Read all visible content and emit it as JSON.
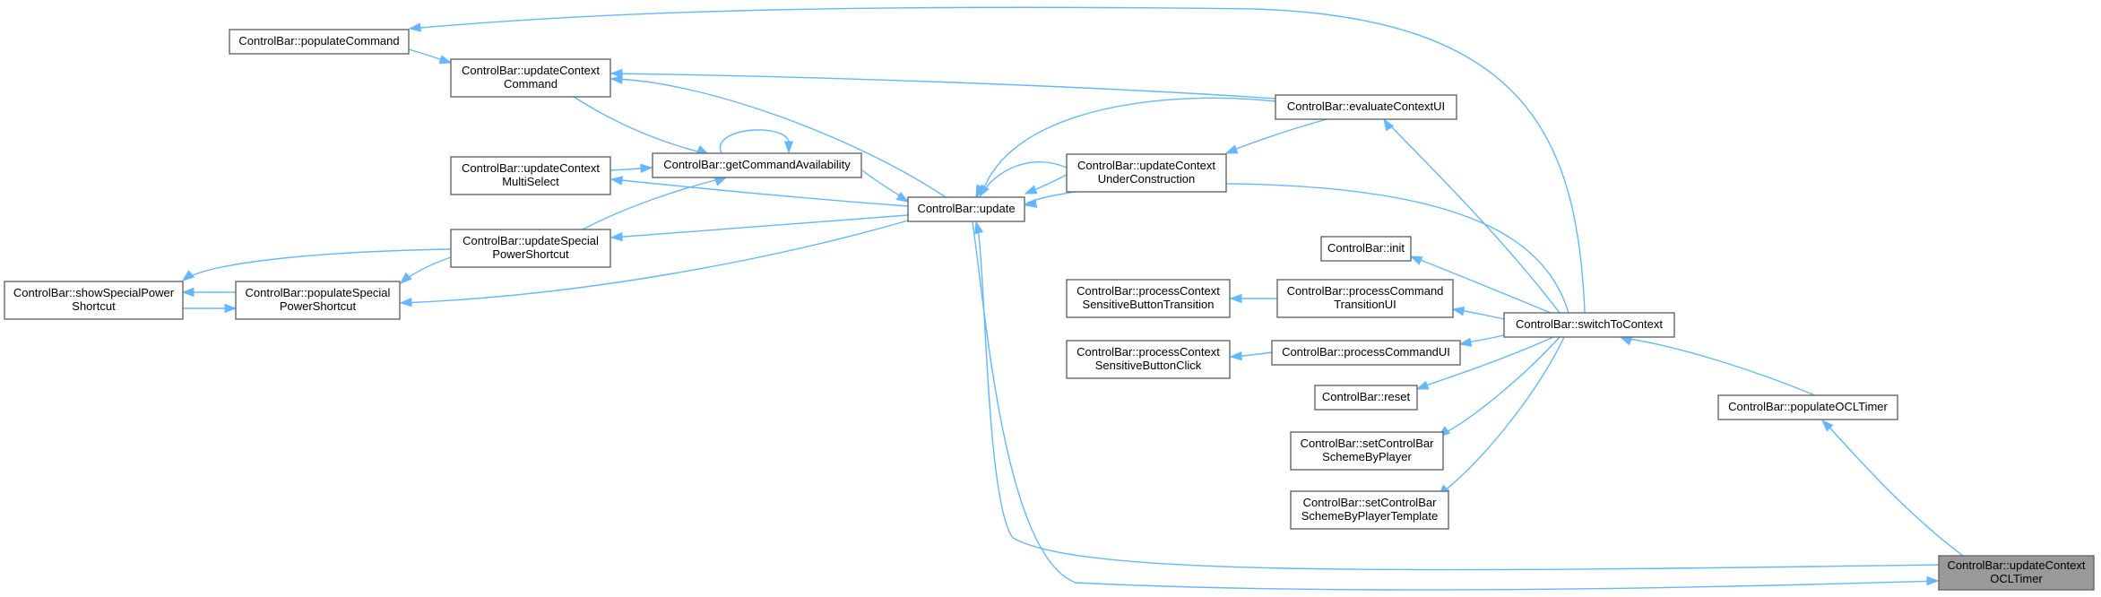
{
  "graph": {
    "nodes": [
      {
        "id": "updateContextOCLTimer",
        "lines": [
          "ControlBar::updateContext",
          "OCLTimer"
        ],
        "focus": true
      },
      {
        "id": "populateOCLTimer",
        "lines": [
          "ControlBar::populateOCLTimer"
        ]
      },
      {
        "id": "switchToContext",
        "lines": [
          "ControlBar::switchToContext"
        ]
      },
      {
        "id": "evaluateContextUI",
        "lines": [
          "ControlBar::evaluateContextUI"
        ]
      },
      {
        "id": "init",
        "lines": [
          "ControlBar::init"
        ]
      },
      {
        "id": "processCommandTransitionUI",
        "lines": [
          "ControlBar::processCommand",
          "TransitionUI"
        ]
      },
      {
        "id": "processCommandUI",
        "lines": [
          "ControlBar::processCommandUI"
        ]
      },
      {
        "id": "reset",
        "lines": [
          "ControlBar::reset"
        ]
      },
      {
        "id": "setControlBarSchemeByPlayer",
        "lines": [
          "ControlBar::setControlBar",
          "SchemeByPlayer"
        ]
      },
      {
        "id": "setControlBarSchemeByPlayerTemplate",
        "lines": [
          "ControlBar::setControlBar",
          "SchemeByPlayerTemplate"
        ]
      },
      {
        "id": "processContextSensitiveButtonTransition",
        "lines": [
          "ControlBar::processContext",
          "SensitiveButtonTransition"
        ]
      },
      {
        "id": "processContextSensitiveButtonClick",
        "lines": [
          "ControlBar::processContext",
          "SensitiveButtonClick"
        ]
      },
      {
        "id": "updateContextUnderConstruction",
        "lines": [
          "ControlBar::updateContext",
          "UnderConstruction"
        ]
      },
      {
        "id": "update",
        "lines": [
          "ControlBar::update"
        ]
      },
      {
        "id": "getCommandAvailability",
        "lines": [
          "ControlBar::getCommandAvailability"
        ]
      },
      {
        "id": "updateContextCommand",
        "lines": [
          "ControlBar::updateContext",
          "Command"
        ]
      },
      {
        "id": "populateCommand",
        "lines": [
          "ControlBar::populateCommand"
        ]
      },
      {
        "id": "updateContextMultiSelect",
        "lines": [
          "ControlBar::updateContext",
          "MultiSelect"
        ]
      },
      {
        "id": "updateSpecialPowerShortcut",
        "lines": [
          "ControlBar::updateSpecial",
          "PowerShortcut"
        ]
      },
      {
        "id": "populateSpecialPowerShortcut",
        "lines": [
          "ControlBar::populateSpecial",
          "PowerShortcut"
        ]
      },
      {
        "id": "showSpecialPowerShortcut",
        "lines": [
          "ControlBar::showSpecialPower",
          "Shortcut"
        ]
      }
    ],
    "edges": [
      {
        "from": "updateContextOCLTimer",
        "to": "populateOCLTimer"
      },
      {
        "from": "populateOCLTimer",
        "to": "switchToContext"
      },
      {
        "from": "switchToContext",
        "to": "evaluateContextUI"
      },
      {
        "from": "switchToContext",
        "to": "init"
      },
      {
        "from": "switchToContext",
        "to": "processCommandTransitionUI"
      },
      {
        "from": "switchToContext",
        "to": "processCommandUI"
      },
      {
        "from": "switchToContext",
        "to": "reset"
      },
      {
        "from": "switchToContext",
        "to": "setControlBarSchemeByPlayer"
      },
      {
        "from": "switchToContext",
        "to": "setControlBarSchemeByPlayerTemplate"
      },
      {
        "from": "switchToContext",
        "to": "populateCommand"
      },
      {
        "from": "switchToContext",
        "to": "update"
      },
      {
        "from": "processCommandTransitionUI",
        "to": "processContextSensitiveButtonTransition"
      },
      {
        "from": "processCommandUI",
        "to": "processContextSensitiveButtonClick"
      },
      {
        "from": "evaluateContextUI",
        "to": "update"
      },
      {
        "from": "evaluateContextUI",
        "to": "updateContextCommand"
      },
      {
        "from": "evaluateContextUI",
        "to": "updateContextUnderConstruction"
      },
      {
        "from": "updateContextUnderConstruction",
        "to": "update"
      },
      {
        "from": "updateContextOCLTimer",
        "to": "update"
      },
      {
        "from": "update",
        "to": "updateContextOCLTimer"
      },
      {
        "from": "update",
        "to": "updateContextCommand"
      },
      {
        "from": "update",
        "to": "updateContextMultiSelect"
      },
      {
        "from": "update",
        "to": "updateSpecialPowerShortcut"
      },
      {
        "from": "update",
        "to": "populateSpecialPowerShortcut"
      },
      {
        "from": "update",
        "to": "getCommandAvailability"
      },
      {
        "from": "updateContextUnderConstruction",
        "to": "getCommandAvailability"
      },
      {
        "from": "updateContextCommand",
        "to": "getCommandAvailability"
      },
      {
        "from": "updateContextMultiSelect",
        "to": "getCommandAvailability"
      },
      {
        "from": "updateSpecialPowerShortcut",
        "to": "getCommandAvailability"
      },
      {
        "from": "getCommandAvailability",
        "to": "getCommandAvailability"
      },
      {
        "from": "populateCommand",
        "to": "updateContextCommand"
      },
      {
        "from": "updateSpecialPowerShortcut",
        "to": "populateSpecialPowerShortcut"
      },
      {
        "from": "updateSpecialPowerShortcut",
        "to": "showSpecialPowerShortcut"
      },
      {
        "from": "populateSpecialPowerShortcut",
        "to": "showSpecialPowerShortcut"
      },
      {
        "from": "showSpecialPowerShortcut",
        "to": "populateSpecialPowerShortcut"
      }
    ]
  },
  "colors": {
    "edge": "#63b8ff",
    "node_border": "#666666",
    "node_fill": "#ffffff",
    "focus_fill": "#999999"
  }
}
